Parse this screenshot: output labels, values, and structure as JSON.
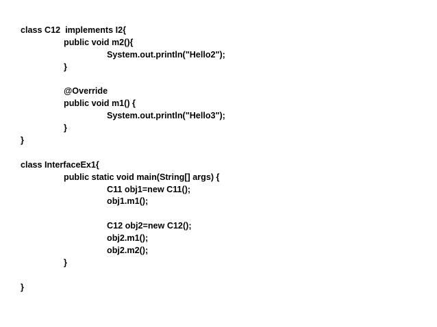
{
  "code": {
    "lines": [
      {
        "indent": 0,
        "text": "class C12  implements I2{"
      },
      {
        "indent": 1,
        "text": "public void m2(){"
      },
      {
        "indent": 2,
        "text": "System.out.println(\"Hello2\");"
      },
      {
        "indent": 1,
        "text": "}"
      },
      {
        "indent": 0,
        "text": ""
      },
      {
        "indent": 1,
        "text": "@Override"
      },
      {
        "indent": 1,
        "text": "public void m1() {"
      },
      {
        "indent": 2,
        "text": "System.out.println(\"Hello3\");"
      },
      {
        "indent": 1,
        "text": "}"
      },
      {
        "indent": 0,
        "text": "}"
      },
      {
        "indent": 0,
        "text": ""
      },
      {
        "indent": 0,
        "text": "class InterfaceEx1{"
      },
      {
        "indent": 1,
        "text": "public static void main(String[] args) {"
      },
      {
        "indent": 2,
        "text": "C11 obj1=new C11();"
      },
      {
        "indent": 2,
        "text": "obj1.m1();"
      },
      {
        "indent": 0,
        "text": ""
      },
      {
        "indent": 2,
        "text": "C12 obj2=new C12();"
      },
      {
        "indent": 2,
        "text": "obj2.m1();"
      },
      {
        "indent": 2,
        "text": "obj2.m2();"
      },
      {
        "indent": 1,
        "text": "}"
      },
      {
        "indent": 0,
        "text": ""
      },
      {
        "indent": 0,
        "text": "}"
      }
    ]
  }
}
